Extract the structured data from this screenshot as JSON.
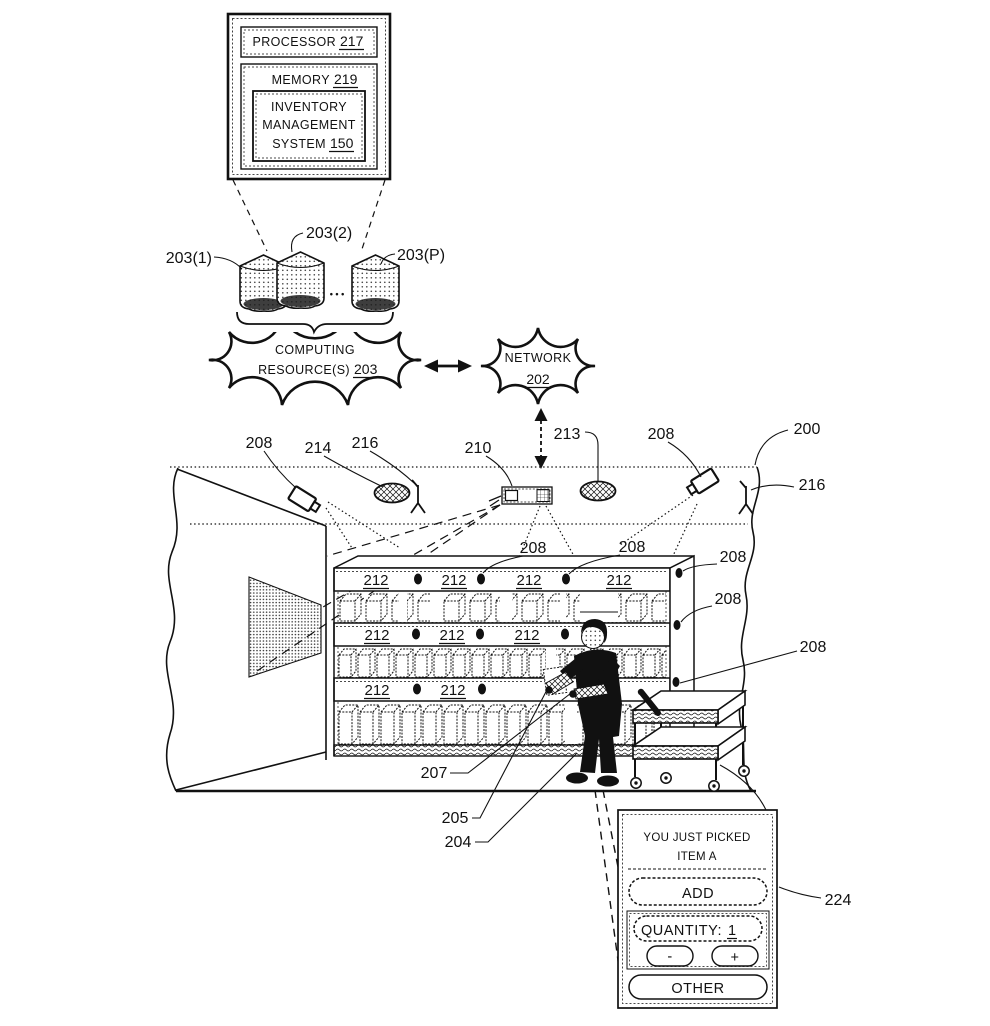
{
  "title_box": {
    "processor": "PROCESSOR",
    "processor_num": "217",
    "memory": "MEMORY",
    "memory_num": "219",
    "ims1": "INVENTORY",
    "ims2": "MANAGEMENT",
    "ims3": "SYSTEM",
    "ims_num": "150"
  },
  "servers": {
    "s1": "203(1)",
    "s2": "203(2)",
    "sp": "203(P)",
    "dots": "• • •"
  },
  "clouds": {
    "computing1": "COMPUTING",
    "computing2": "RESOURCE(S)",
    "computing_num": "203",
    "network": "NETWORK",
    "network_num": "202"
  },
  "refs": {
    "n200": "200",
    "n204": "204",
    "n205": "205",
    "n207": "207",
    "n208": "208",
    "n210": "210",
    "n212": "212",
    "n213": "213",
    "n214": "214",
    "n216": "216",
    "n224": "224"
  },
  "panel": {
    "title1": "YOU JUST PICKED",
    "title2": "ITEM A",
    "add": "ADD",
    "qty_label": "QUANTITY:",
    "qty_value": "1",
    "minus": "-",
    "plus": "+",
    "other": "OTHER"
  },
  "colors": {
    "ink": "#111111",
    "paper": "#ffffff"
  }
}
